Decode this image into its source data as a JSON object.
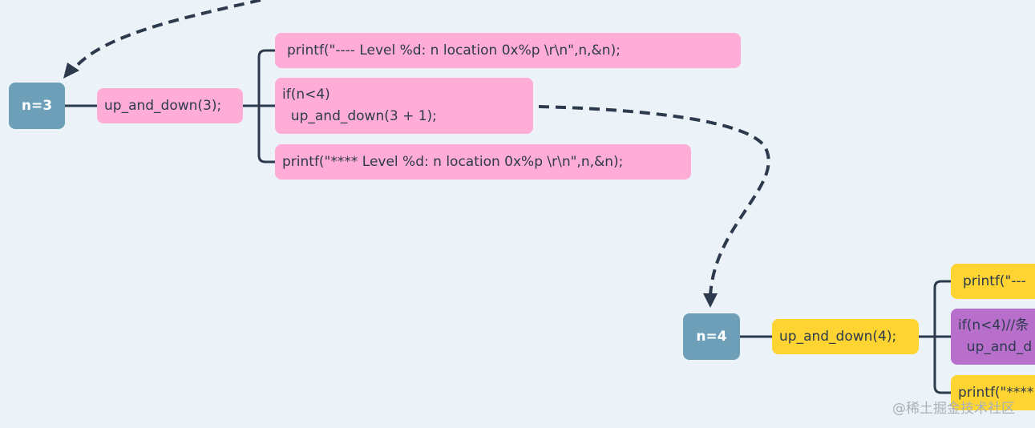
{
  "group1": {
    "root": "n=3",
    "call": "up_and_down(3);",
    "lines": [
      "printf(\"---- Level %d: n location 0x%p \\r\\n\",n,&n);",
      "if(n<4)\n  up_and_down(3 + 1);",
      "printf(\"**** Level %d: n location 0x%p \\r\\n\",n,&n);"
    ]
  },
  "group2": {
    "root": "n=4",
    "call": "up_and_down(4);",
    "lines": [
      "printf(\"---",
      "if(n<4)//条\n  up_and_d",
      "printf(\"****"
    ]
  },
  "colors": {
    "background": "#ecf3f8",
    "root": "#6e9fb8",
    "pink": "#ffadd6",
    "yellow": "#fdd431",
    "purple": "#b86fcc",
    "connector": "#2d3a4e"
  },
  "watermark": "@稀土掘金技术社区"
}
